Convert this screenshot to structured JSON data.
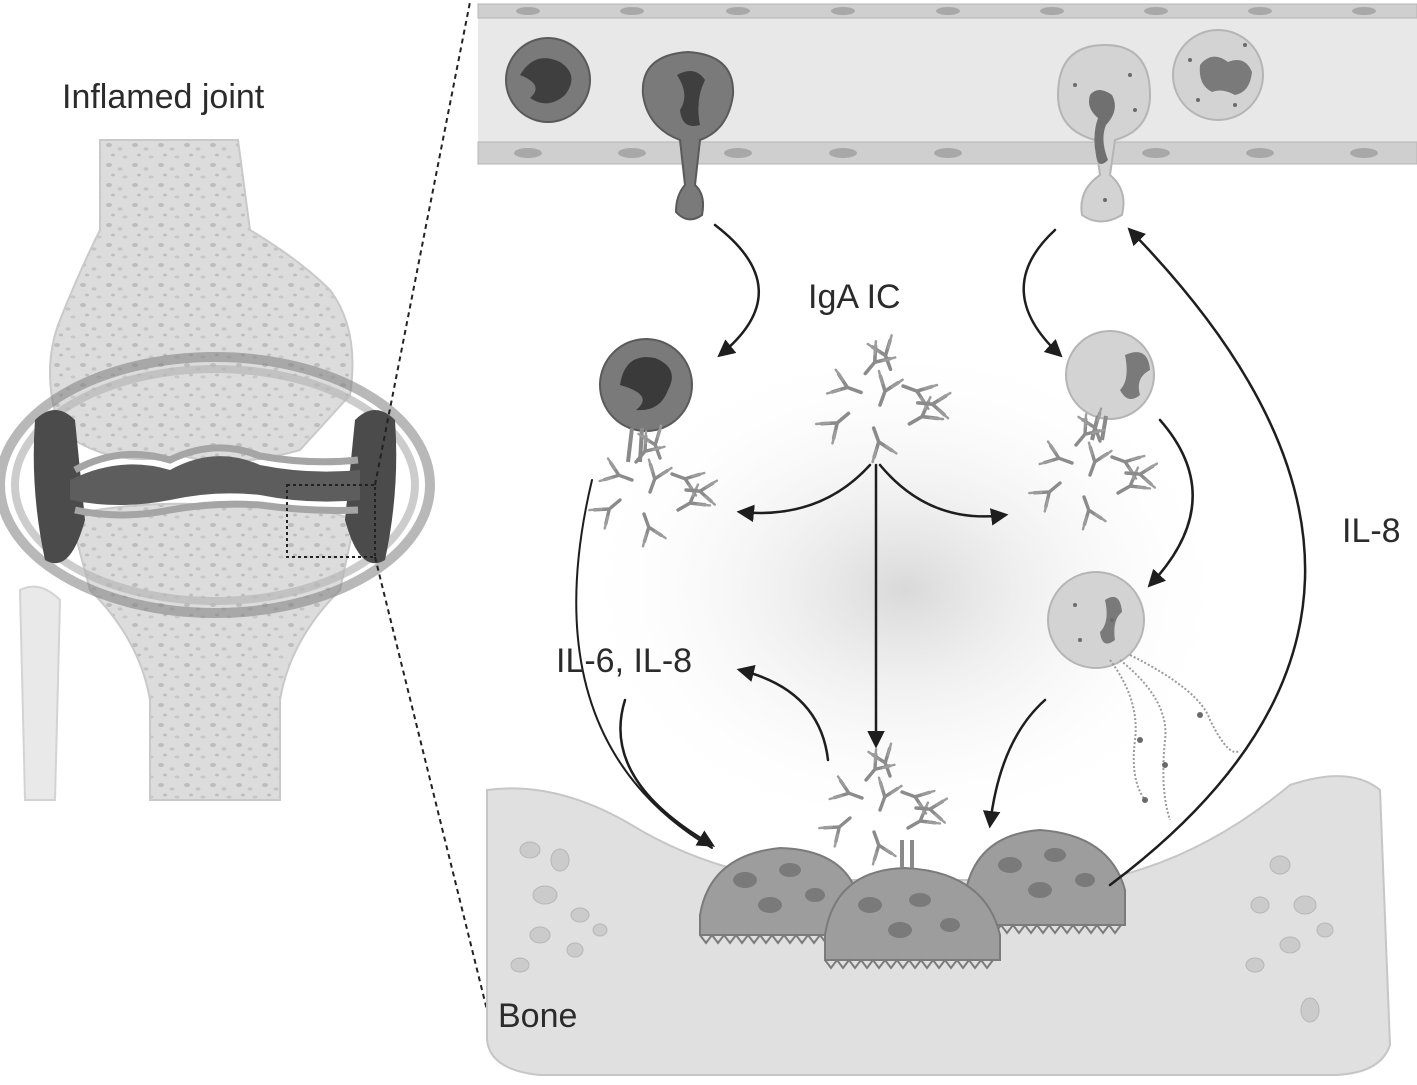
{
  "labels": {
    "joint_title": "Inflamed joint",
    "iga_ic": "IgA IC",
    "cytokines_left": "IL-6, IL-8",
    "cytokine_right": "IL-8",
    "bone": "Bone"
  },
  "colors": {
    "background": "#ffffff",
    "ink": "#2b2b2b",
    "vessel": "#e6e6e6",
    "endothelial": "#c8c8c8",
    "bone_light": "#e0e0e0",
    "cartilage": "#9a9a9a",
    "synovium_dark": "#5a5a5a",
    "monocyte": "#7a7a7a",
    "neutrophil": "#d0d0d0",
    "osteoclast": "#9d9d9d",
    "antibody": "#8a8a8a"
  }
}
